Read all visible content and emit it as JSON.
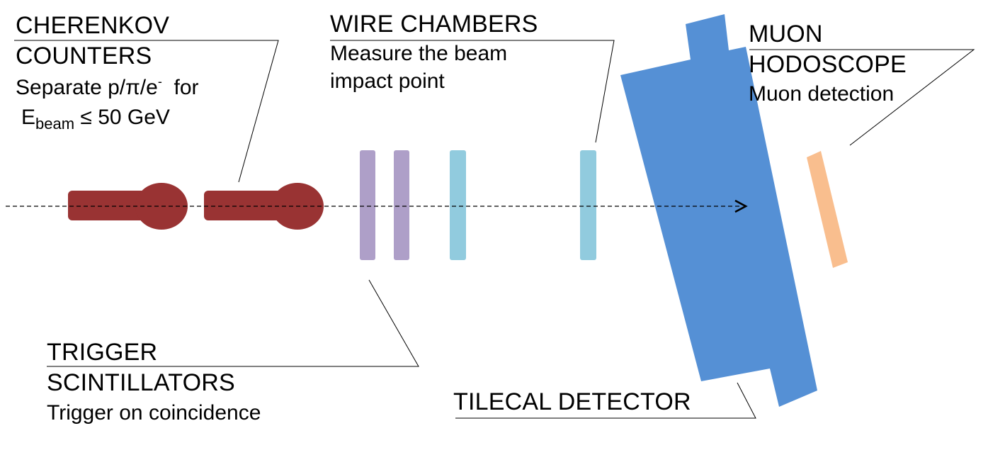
{
  "colors": {
    "cherenkov": "#993333",
    "trigger": "#ae9fc8",
    "wire": "#91cbde",
    "tilecal": "#5590d5",
    "muon_hodoscope": "#f9be8e",
    "leader": "#000000"
  },
  "cherenkov": {
    "title1": "CHERENKOV",
    "title2": "COUNTERS",
    "desc1_main": "Separate p/π/e",
    "desc1_sup": "-",
    "desc1_tail": "  for",
    "desc2_E": "E",
    "desc2_sub": "beam",
    "desc2_tail": " ≤ 50 GeV"
  },
  "wire_chambers": {
    "title": "WIRE CHAMBERS",
    "desc1": "Measure the beam",
    "desc2": "impact point"
  },
  "muon_hodoscope": {
    "title1": "MUON",
    "title2": "HODOSCOPE",
    "desc": "Muon detection"
  },
  "trigger": {
    "title1": "TRIGGER",
    "title2": "SCINTILLATORS",
    "desc": "Trigger on coincidence"
  },
  "tilecal": {
    "title": "TILECAL DETECTOR"
  }
}
